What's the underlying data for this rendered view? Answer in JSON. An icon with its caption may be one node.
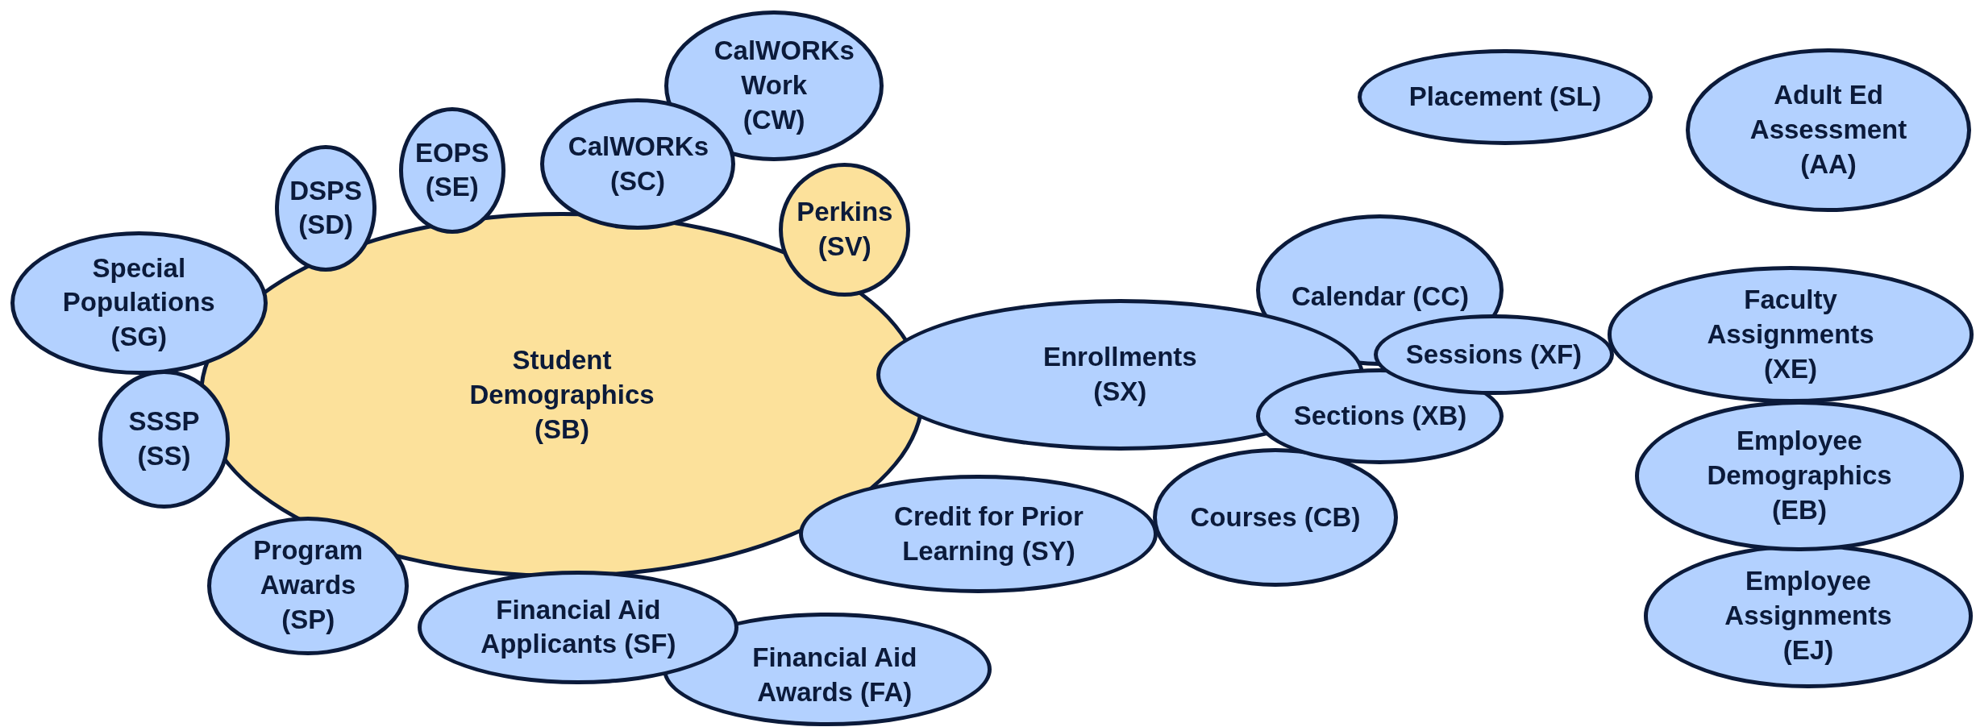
{
  "diagram": {
    "nodes": [
      {
        "text": [
          "CalWORKs Work (CW)"
        ]
      },
      {
        "text": [
          "Placement (SL)"
        ]
      },
      {
        "text": [
          "Adult Ed Assessment (AA)"
        ]
      },
      {
        "text": [
          "EOPS (SE)"
        ]
      },
      {
        "text": [
          "CalWORKs (SC)"
        ]
      },
      {
        "text": [
          "DSPS (SD)"
        ]
      },
      {
        "text": [
          "Perkins (SV)"
        ]
      },
      {
        "text": [
          "Special Populations (SG)"
        ]
      },
      {
        "text": [
          "Calendar (CC)"
        ]
      },
      {
        "text": [
          "Faculty Assignments (XE)"
        ]
      },
      {
        "text": [
          "Sessions (XF)"
        ]
      },
      {
        "text": [
          "Student Demographics (SB)"
        ]
      },
      {
        "text": [
          "Enrollments (SX)"
        ]
      },
      {
        "text": [
          "Sections (XB)"
        ]
      },
      {
        "text": [
          "SSSP (SS)"
        ]
      },
      {
        "text": [
          "Employee Demographics (EB)"
        ]
      },
      {
        "text": [
          "Credit for Prior Learning (SY)"
        ]
      },
      {
        "text": [
          "Courses (CB)"
        ]
      },
      {
        "text": [
          "Program Awards (SP)"
        ]
      },
      {
        "text": [
          "Financial Aid Applicants (SF)"
        ]
      },
      {
        "text": [
          "Employee Assignments (EJ)"
        ]
      },
      {
        "text": [
          "Financial Aid Awards (FA)"
        ]
      }
    ]
  }
}
